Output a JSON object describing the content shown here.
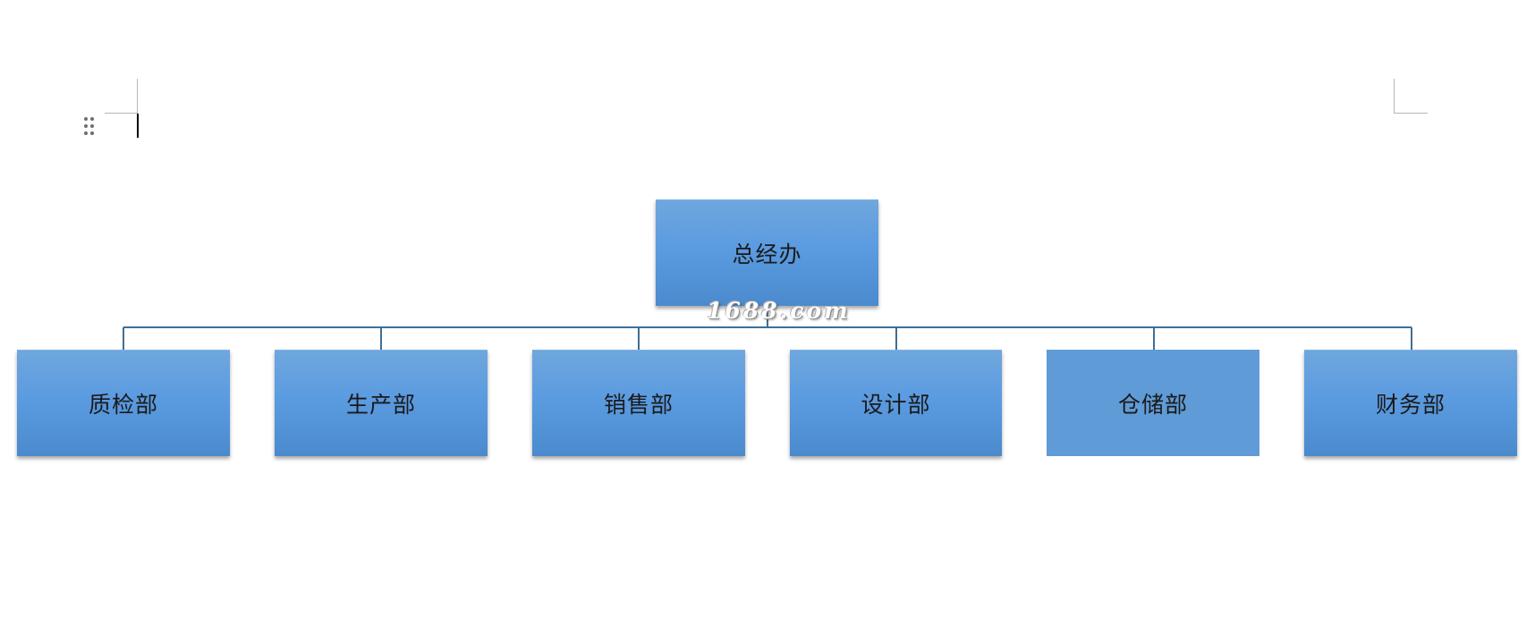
{
  "org_chart": {
    "root": {
      "label": "总经办"
    },
    "departments": [
      {
        "label": "质检部"
      },
      {
        "label": "生产部"
      },
      {
        "label": "销售部"
      },
      {
        "label": "设计部"
      },
      {
        "label": "仓储部"
      },
      {
        "label": "财务部"
      }
    ]
  },
  "watermark": {
    "text": "1688.com"
  },
  "colors": {
    "box_fill": "#5b9be0",
    "connector": "#3f6f96",
    "text": "#1a1a1a"
  }
}
